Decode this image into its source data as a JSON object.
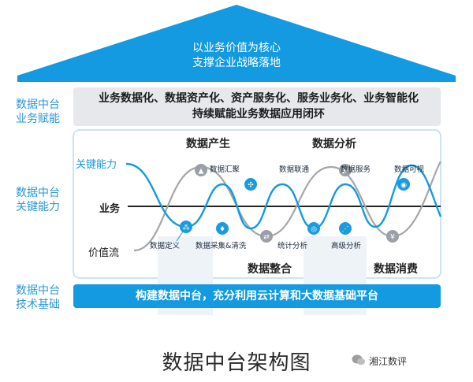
{
  "roof": {
    "line1": "以业务价值为核心",
    "line2": "支撑企业战略落地"
  },
  "side_labels": {
    "business_enable": [
      "数据中台",
      "业务赋能"
    ],
    "key_capability": [
      "数据中台",
      "关键能力"
    ],
    "tech_base": [
      "数据中台",
      "技术基础"
    ]
  },
  "top_band": {
    "line1": "业务数据化、数据资产化、资产服务化、服务业务化、业务智能化",
    "line2": "持续赋能业务数据应用闭环"
  },
  "stages": {
    "produce": "数据产生",
    "analyze": "数据分析",
    "integrate": "数据整合",
    "consume": "数据消费"
  },
  "curves": {
    "key_capability": "关键能力",
    "business": "业务",
    "value_stream": "价值流"
  },
  "nodes": [
    {
      "label": "数据定义",
      "icon": "nodes-icon",
      "color": "#1a9be0"
    },
    {
      "label": "数据采集&清洗",
      "icon": "funnel-icon",
      "color": "#1a9be0"
    },
    {
      "label": "数据汇聚",
      "icon": "triangle-icon",
      "color": "#9aa0a6"
    },
    {
      "label": "统计分析",
      "icon": "flow-icon",
      "color": "#9aa0a6"
    },
    {
      "label": "数据联通",
      "icon": "link-icon",
      "color": "#1a9be0"
    },
    {
      "label": "高级分析",
      "icon": "search-icon",
      "color": "#1a9be0"
    },
    {
      "label": "数据服务",
      "icon": "play-icon",
      "color": "#9aa0a6"
    },
    {
      "label": "数据可视",
      "icon": "eye-icon",
      "color": "#1a9be0"
    },
    {
      "label": "",
      "icon": "share-icon",
      "color": "#1a9be0"
    },
    {
      "label": "",
      "icon": "yen-icon",
      "color": "#9aa0a6"
    }
  ],
  "bottom_band": "构建数据中台，充分利用云计算和大数据基础平台",
  "caption": "数据中台架构图",
  "brand": "湘江数评",
  "colors": {
    "accent_blue": "#149ae0",
    "side_label_blue": "#2b97d9",
    "gray_curve": "#a6a6a6",
    "band_gray": "#e6e8eb"
  }
}
